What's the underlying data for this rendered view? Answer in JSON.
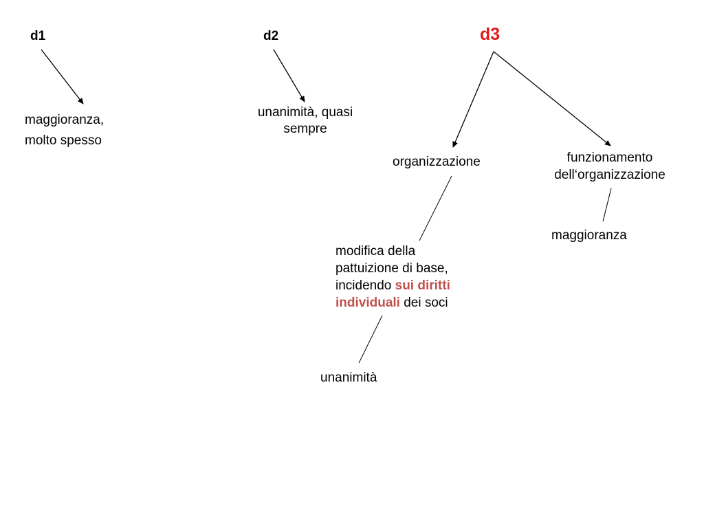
{
  "nodes": {
    "d1": "d1",
    "d2": "d2",
    "d3": "d3",
    "d1_line1": "maggioranza,",
    "d1_line2": "molto spesso",
    "d2_line1": "unanimità, quasi",
    "d2_line2": "sempre",
    "organizzazione": "organizzazione",
    "funz_line1": "funzionamento",
    "funz_line2": "dell‘organizzazione",
    "maggioranza": "maggioranza",
    "modifica_line1": "modifica della",
    "modifica_line2": "pattuizione di base,",
    "modifica_line3_prefix": "incidendo",
    "modifica_highlight_a": "sui diritti",
    "modifica_highlight_b": "individuali",
    "modifica_line4_suffix": "dei soci",
    "unanimita": "unanimità"
  },
  "colors": {
    "d3_label": "#e11a1a",
    "highlight": "#c0504d",
    "text": "#000000",
    "lines": "#000000"
  }
}
